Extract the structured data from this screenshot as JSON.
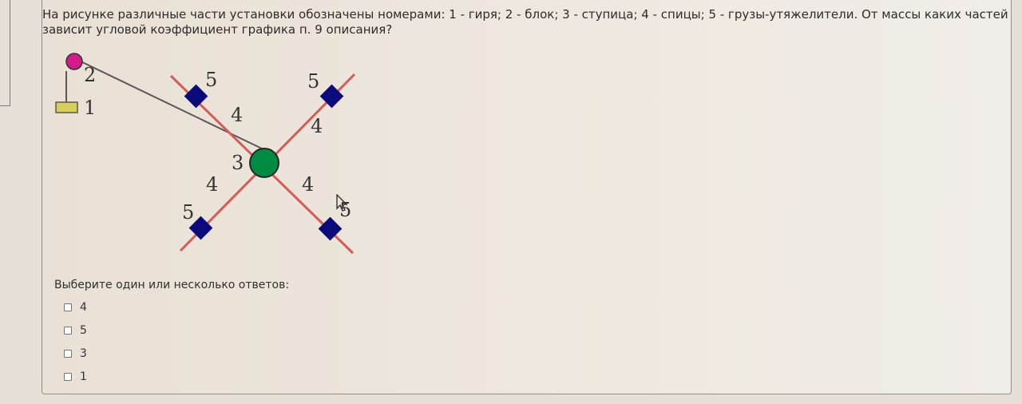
{
  "question": {
    "line1": "На рисунке различные части установки обозначены  номерами: 1 - гиря; 2 - блок; 3 - ступица; 4 - спицы; 5 - грузы-утяжелители.  От массы каких частей",
    "line2": "зависит угловой коэффициент графика п. 9 описания?"
  },
  "diagram_labels": {
    "weight": "1",
    "pulley": "2",
    "hub": "3",
    "spoke": "4",
    "counterweight": "5"
  },
  "answers_prompt": "Выберите один или несколько ответов:",
  "answers": [
    "4",
    "5",
    "3",
    "1"
  ],
  "colors": {
    "spoke": "#d45b57",
    "thread": "#5f5656",
    "weight": "#d8cf5a",
    "pulley": "#d21c87",
    "hub": "#008b43",
    "counterweight": "#0a0a7d"
  }
}
